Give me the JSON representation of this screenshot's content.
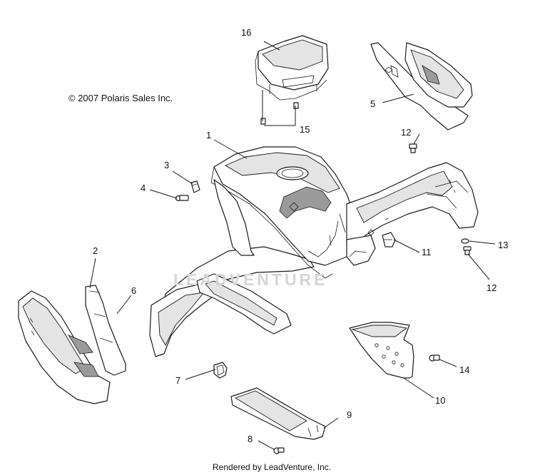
{
  "copyright": "© 2007 Polaris Sales Inc.",
  "footer": "Rendered by LeadVenture, Inc.",
  "watermark": "LEADVENTURE",
  "callouts": {
    "c1": "1",
    "c2": "2",
    "c3": "3",
    "c4": "4",
    "c5": "5",
    "c6": "6",
    "c7": "7",
    "c8": "8",
    "c9": "9",
    "c10": "10",
    "c11": "11",
    "c12a": "12",
    "c12b": "12",
    "c13": "13",
    "c14": "14",
    "c15": "15",
    "c16": "16"
  }
}
